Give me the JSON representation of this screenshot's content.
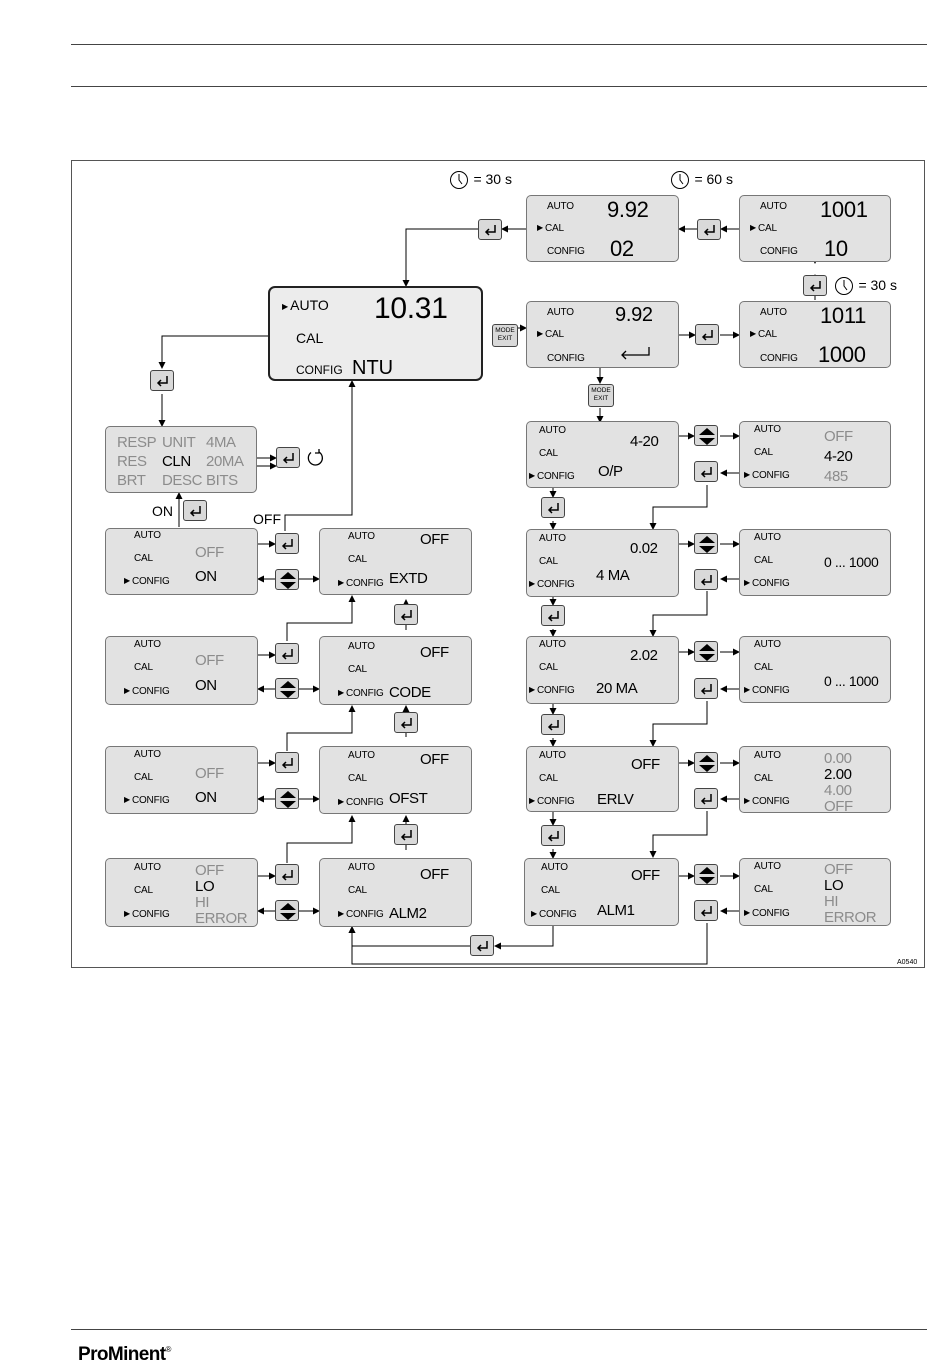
{
  "timers": {
    "t30_top": "= 30 s",
    "t60_top": "= 60 s",
    "t30_side": "= 30 s"
  },
  "labels": {
    "auto": "AUTO",
    "cal": "CAL",
    "config": "CONFIG",
    "on": "ON",
    "off": "OFF",
    "mode_line1": "MODE",
    "mode_line2": "EXIT",
    "figure_id": "A0540"
  },
  "main_display": {
    "value": "10.31",
    "unit": "NTU"
  },
  "cal_top_left": {
    "value": "9.92",
    "sub": "02"
  },
  "cal_top_right": {
    "value": "1001",
    "sub": "10"
  },
  "cal_mid_left": {
    "value": "9.92"
  },
  "cal_mid_right": {
    "value": "1011",
    "sub": "1000"
  },
  "menu": {
    "row1": [
      "RESP",
      "UNIT",
      "4MA"
    ],
    "row2": [
      "RES",
      "CLN",
      "20MA"
    ],
    "row3": [
      "BRT",
      "DESC",
      "BITS"
    ]
  },
  "cln_select": {
    "opt1": "OFF",
    "opt2": "ON"
  },
  "cln_display": {
    "value": "OFF",
    "name": "EXTD"
  },
  "code_select": {
    "opt1": "OFF",
    "opt2": "ON"
  },
  "code_display": {
    "value": "OFF",
    "name": "CODE"
  },
  "ofst_select": {
    "opt1": "OFF",
    "opt2": "ON"
  },
  "ofst_display": {
    "value": "OFF",
    "name": "OFST"
  },
  "alm2_display": {
    "value": "OFF",
    "name": "ALM2"
  },
  "alm_options": {
    "o1": "OFF",
    "o2": "LO",
    "o3": "HI",
    "o4": "ERROR"
  },
  "op_display": {
    "value": "4-20",
    "name": "O/P"
  },
  "op_select": {
    "o1": "OFF",
    "o2": "4-20",
    "o3": "485"
  },
  "ma4_display": {
    "value": "0.02",
    "name": "4 MA"
  },
  "ma4_range": "0 ... 1000",
  "ma20_display": {
    "value": "2.02",
    "name": "20 MA"
  },
  "ma20_range": "0 ... 1000",
  "erlv_display": {
    "value": "OFF",
    "name": "ERLV"
  },
  "erlv_select": {
    "o1": "0.00",
    "o2": "2.00",
    "o3": "4.00",
    "o4": "OFF"
  },
  "alm1_display": {
    "value": "OFF",
    "name": "ALM1"
  },
  "alm1_options": {
    "o1": "OFF",
    "o2": "LO",
    "o3": "HI",
    "o4": "ERROR"
  },
  "footer": {
    "logo_a": "Pro",
    "logo_b": "Minent",
    "logo_mark": "®"
  },
  "colors": {
    "panel": "#e2e2e2",
    "active_text": "#000000",
    "inactive_text": "#8c8c8c",
    "border": "#555555"
  }
}
